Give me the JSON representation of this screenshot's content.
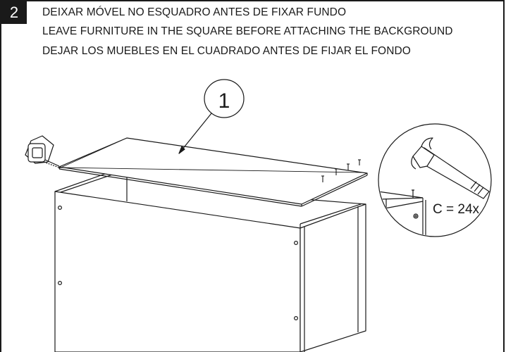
{
  "step": {
    "number": "2",
    "instructions": [
      "DEIXAR MÓVEL NO ESQUADRO ANTES DE FIXAR FUNDO",
      "LEAVE FURNITURE IN THE SQUARE BEFORE ATTACHING THE BACKGROUND",
      "DEJAR LOS MUEBLES EN EL CUADRADO ANTES DE FIJAR EL FONDO"
    ]
  },
  "diagram": {
    "part_callout": "1",
    "nail_count_label": "C = 24x"
  },
  "icons": [
    "tape-measure-icon",
    "hammer-icon",
    "nail-icon"
  ]
}
